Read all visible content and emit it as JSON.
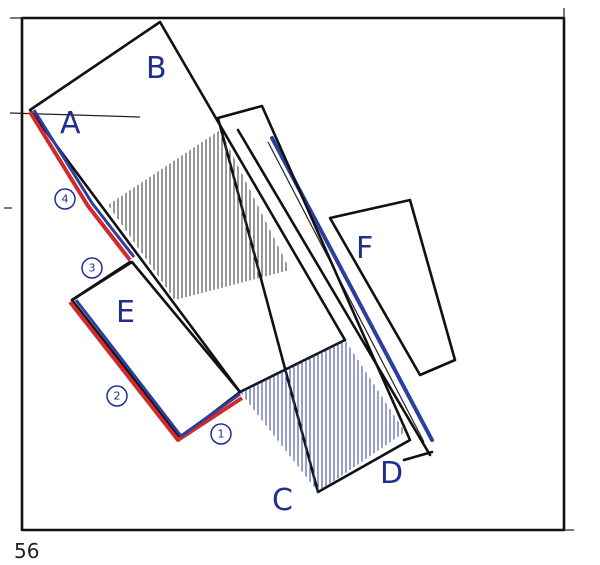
{
  "labels": {
    "a": "A",
    "b": "B",
    "c": "C",
    "d": "D",
    "e": "E",
    "f": "F"
  },
  "markers": {
    "m1": "1",
    "m2": "2",
    "m3": "3",
    "m4": "4"
  },
  "page_number": "56",
  "colors": {
    "ink": "#111111",
    "pen_blue": "#2c3f9e",
    "pen_red": "#d22a2a",
    "hatch": "#333333"
  }
}
